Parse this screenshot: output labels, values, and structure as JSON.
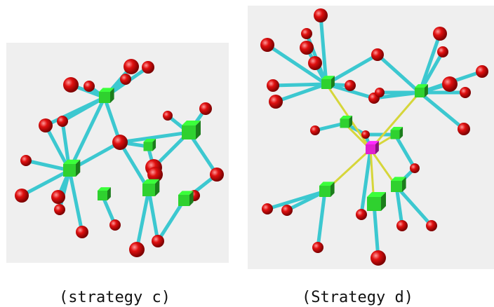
{
  "captions": {
    "left": "(strategy c)",
    "right": "(Strategy d)"
  },
  "colors": {
    "background": "#ffffff",
    "panel": "#efefef",
    "atom": "#e01010",
    "cube": "#2fd12f",
    "center_cube": "#e020d0",
    "bond": "#3cc8d0",
    "link": "#d6d63a"
  },
  "panels": [
    {
      "name": "strategy-c-structure",
      "icon": "molecular-structure-icon"
    },
    {
      "name": "strategy-d-structure",
      "icon": "molecular-structure-icon"
    }
  ]
}
